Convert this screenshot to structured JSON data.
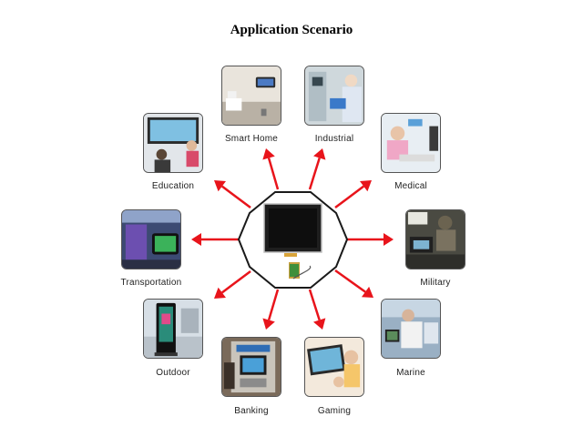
{
  "title": "Application Scenario",
  "colors": {
    "arrow": "#e8141b",
    "frame": "#1a1a1a"
  },
  "center": {
    "icon": "touch-panel-icon"
  },
  "scenarios": [
    {
      "label": "Smart Home",
      "icon": "smart-home-icon"
    },
    {
      "label": "Industrial",
      "icon": "industrial-icon"
    },
    {
      "label": "Medical",
      "icon": "medical-icon"
    },
    {
      "label": "Military",
      "icon": "military-icon"
    },
    {
      "label": "Marine",
      "icon": "marine-icon"
    },
    {
      "label": "Gaming",
      "icon": "gaming-icon"
    },
    {
      "label": "Banking",
      "icon": "banking-icon"
    },
    {
      "label": "Outdoor",
      "icon": "outdoor-icon"
    },
    {
      "label": "Transportation",
      "icon": "transportation-icon"
    },
    {
      "label": "Education",
      "icon": "education-icon"
    }
  ]
}
